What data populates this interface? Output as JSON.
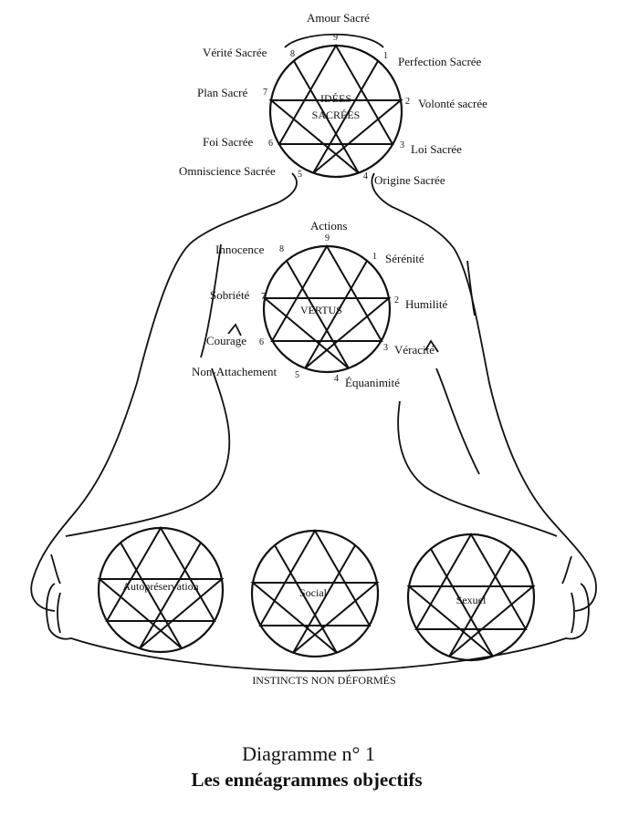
{
  "head": {
    "center_line1": "IDÉES",
    "center_line2": "SACRÉES",
    "points": [
      {
        "n": "9",
        "label": "Amour Sacré"
      },
      {
        "n": "1",
        "label": "Perfection Sacrée"
      },
      {
        "n": "2",
        "label": "Volonté sacrée"
      },
      {
        "n": "3",
        "label": "Loi Sacrée"
      },
      {
        "n": "4",
        "label": "Origine Sacrée"
      },
      {
        "n": "5",
        "label": "Omniscience Sacrée"
      },
      {
        "n": "6",
        "label": "Foi Sacrée"
      },
      {
        "n": "7",
        "label": "Plan Sacré"
      },
      {
        "n": "8",
        "label": "Vérité Sacrée"
      }
    ]
  },
  "chest": {
    "center": "VERTUS",
    "points": [
      {
        "n": "9",
        "label": "Actions"
      },
      {
        "n": "1",
        "label": "Sérénité"
      },
      {
        "n": "2",
        "label": "Humilité"
      },
      {
        "n": "3",
        "label": "Véracité"
      },
      {
        "n": "4",
        "label": "Équanimité"
      },
      {
        "n": "5",
        "label": "Non-Attachement"
      },
      {
        "n": "6",
        "label": "Courage"
      },
      {
        "n": "7",
        "label": "Sobriété"
      },
      {
        "n": "8",
        "label": "Innocence"
      }
    ]
  },
  "instincts": {
    "left": "Autopréservation",
    "middle": "Social",
    "right": "Sexuel",
    "caption": "INSTINCTS NON DÉFORMÉS"
  },
  "caption": {
    "line1": "Diagramme n° 1",
    "line2": "Les ennéagrammes objectifs"
  }
}
